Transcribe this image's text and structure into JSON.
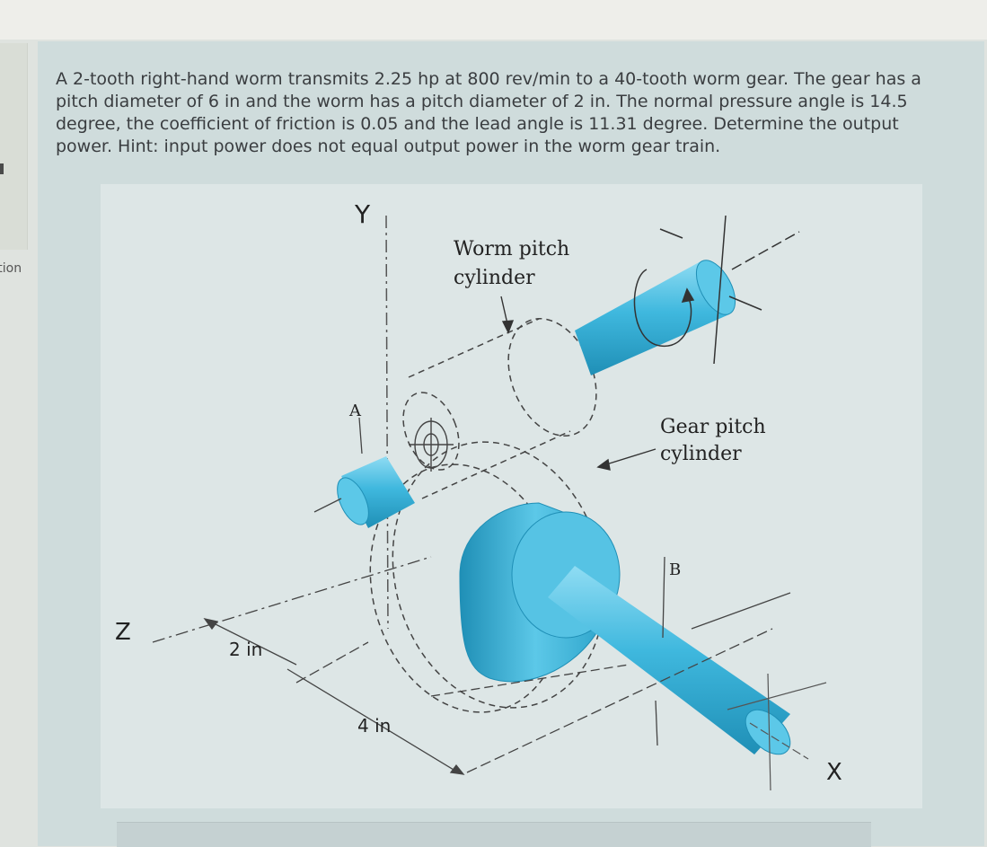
{
  "sidebar": {
    "label": "stion"
  },
  "question": {
    "text": "A 2-tooth right-hand worm transmits 2.25 hp at 800 rev/min to a 40-tooth worm gear. The gear has a pitch diameter of 6 in and the worm has a pitch diameter of 2 in. The normal pressure angle is 14.5 degree, the coefficient of friction is 0.05 and the lead angle is 11.31 degree. Determine the output power. Hint: input power does not equal output power in the worm gear train."
  },
  "figure": {
    "axis_y": "Y",
    "axis_z": "Z",
    "axis_x": "X",
    "label_worm_line1": "Worm pitch",
    "label_worm_line2": "cylinder",
    "label_gear_line1": "Gear pitch",
    "label_gear_line2": "cylinder",
    "point_a": "A",
    "point_b": "B",
    "dim_2in": "2 in",
    "dim_4in": "4 in"
  },
  "colors": {
    "shaft_blue": "#3fb8de",
    "panel": "#cfdcdc",
    "figure_bg": "#dde6e6"
  }
}
